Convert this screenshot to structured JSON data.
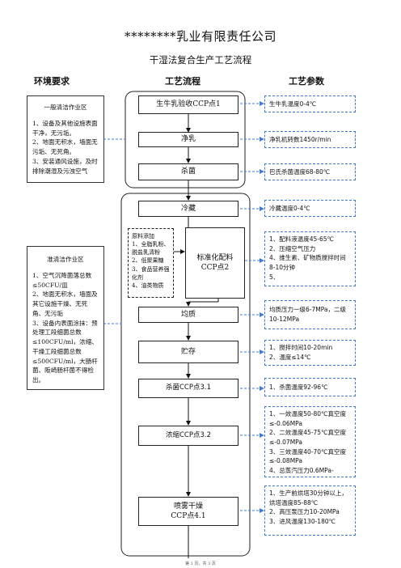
{
  "doc": {
    "company": "********乳业有限责任公司",
    "subtitle": "干湿法复合生产工艺流程",
    "headers": {
      "env": "环境要求",
      "process": "工艺流程",
      "params": "工艺参数"
    },
    "footer": "第 1 页，共 3 页"
  },
  "env": {
    "general": {
      "title": "一般清洁作业区",
      "body": "1、设备及其他设施表面干净，无污垢。\n2、地面无积水，墙面无污垢、无死角。\n3、安装通风设施，及时排除潮湿及污浊空气"
    },
    "clean": {
      "title": "准清洁作业区",
      "body": "1、空气沉降菌落总数≤50CFU/皿\n2、地面无积水，墙面及其它设施干燥、无死角、无污垢\n3、设备内表面涂抹：预处理工段细菌总数≤100CFU/ml，浓缩、干燥工段细菌总数≤500CFU/ml，大肠杆菌、阪崎肠杆菌不得检出。"
    }
  },
  "process": {
    "receive": "生牛乳验收CCP点1",
    "purify": "净乳",
    "sterilize1": "杀菌",
    "cold": "冷藏",
    "additives": "原料添加\n1、全脂乳粉、脱盐乳清粉\n2、低聚果糖\n3、食品营养强化剂\n4、油类物质",
    "mix": "标准化配料\nCCP点2",
    "homog": "均质",
    "store": "贮存",
    "sterilize2": "杀菌CCP点3.1",
    "concentrate": "浓缩CCP点3.2",
    "spray": "喷雾干燥\nCCP点4.1"
  },
  "params": {
    "receive": "生牛乳温度0-4℃",
    "purify": "净乳机转数1450r/min",
    "sterilize1": "巴氏杀菌温度68-80℃",
    "cold": "冷藏温度0-4℃",
    "mix": "1、配料液温度45-65℃\n2、压缩空气压力\n4、维生素、矿物质搅拌时间8-10分钟\n5、",
    "homog": "均质压力一级6-7MPa，二级10-12MPa",
    "store": "1、搅拌时间10-20min\n2、温度≤14℃",
    "sterilize2": "1、杀菌温度92-96℃",
    "concentrate": "1、一效温度50-80℃真空度≤-0.06MPa\n2、二效温度45-75℃真空度≤-0.07MPa\n3、三效温度40-70℃真空度≤-0.08MPa\n4、总蒸汽压力0.6MPa-",
    "spray": "1、生产前烘塔30分钟以上，烘塔温度85-88℃\n2、高压泵压力10-20MPa\n3、进风温度130-180℃"
  }
}
